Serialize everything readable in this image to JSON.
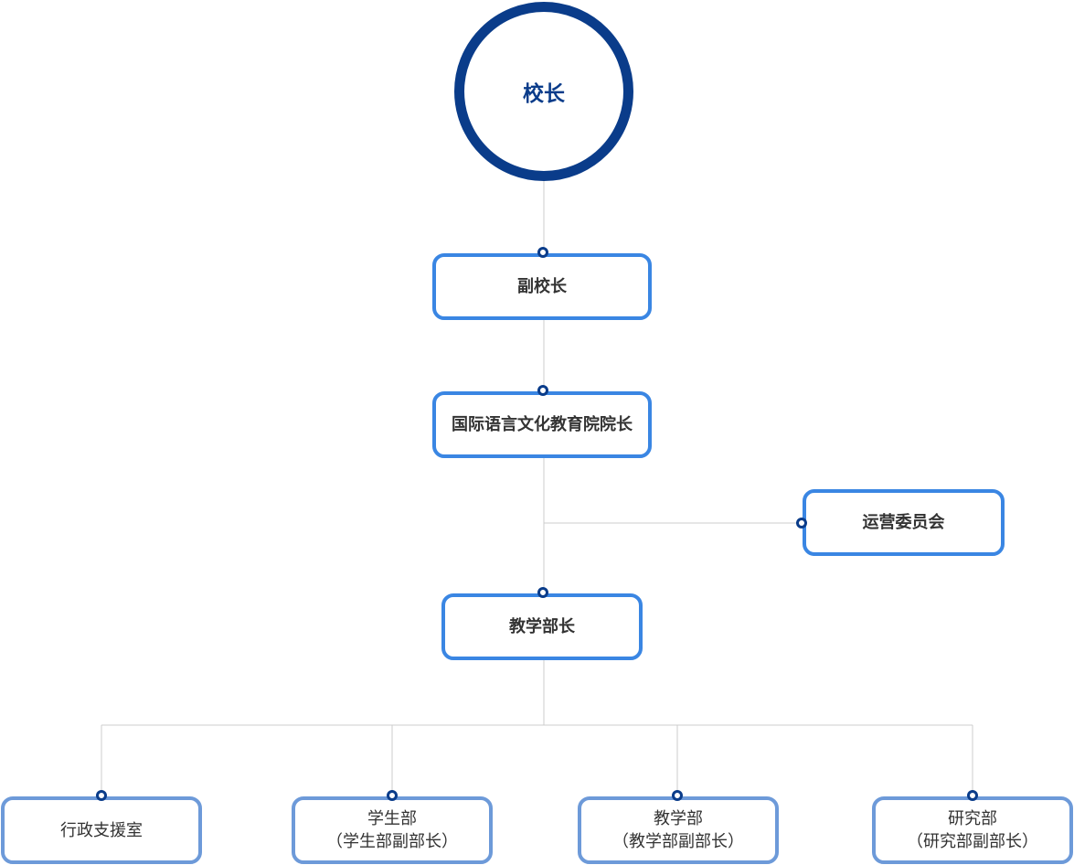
{
  "org_chart": {
    "root": "校长",
    "vice_principal": "副校长",
    "institute_dean": "国际语言文化教育院院长",
    "committee": "运营委员会",
    "academic_dean": "教学部长",
    "departments": [
      {
        "title": "行政支援室",
        "subtitle": ""
      },
      {
        "title": "学生部",
        "subtitle": "（学生部副部长）"
      },
      {
        "title": "教学部",
        "subtitle": "（教学部副部长）"
      },
      {
        "title": "研究部",
        "subtitle": "（研究部副部长）"
      }
    ]
  },
  "colors": {
    "root_border": "#0a3c8a",
    "box_border": "#3a86e3",
    "dept_border": "#6d9ad9",
    "connector": "#cccccc"
  }
}
